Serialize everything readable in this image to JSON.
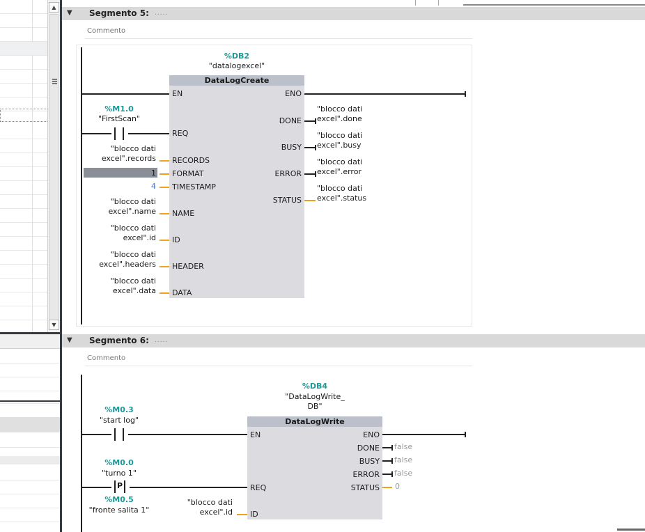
{
  "segments": [
    {
      "title": "Segmento 5:",
      "dots": ".....",
      "comment": "Commento",
      "block": {
        "db": "%DB2",
        "instance": "\"datalogexcel\"",
        "name": "DataLogCreate",
        "en": "EN",
        "eno": "ENO",
        "inputs": [
          {
            "pin": "REQ",
            "tag": "%M1.0",
            "var": "\"FirstScan\""
          },
          {
            "pin": "RECORDS",
            "var": "\"blocco dati\nexcel\".records"
          },
          {
            "pin": "FORMAT",
            "value": "1"
          },
          {
            "pin": "TIMESTAMP",
            "value": "4"
          },
          {
            "pin": "NAME",
            "var": "\"blocco dati\nexcel\".name"
          },
          {
            "pin": "ID",
            "var": "\"blocco dati\nexcel\".id"
          },
          {
            "pin": "HEADER",
            "var": "\"blocco dati\nexcel\".headers"
          },
          {
            "pin": "DATA",
            "var": "\"blocco dati\nexcel\".data"
          }
        ],
        "outputs": [
          {
            "pin": "DONE",
            "var": "\"blocco dati\nexcel\".done"
          },
          {
            "pin": "BUSY",
            "var": "\"blocco dati\nexcel\".busy"
          },
          {
            "pin": "ERROR",
            "var": "\"blocco dati\nexcel\".error"
          },
          {
            "pin": "STATUS",
            "var": "\"blocco dati\nexcel\".status"
          }
        ]
      }
    },
    {
      "title": "Segmento 6:",
      "dots": ".....",
      "comment": "Commento",
      "block": {
        "db": "%DB4",
        "instance": "\"DataLogWrite_\nDB\"",
        "name": "DataLogWrite",
        "en": "EN",
        "eno": "ENO",
        "contact1": {
          "tag": "%M0.3",
          "var": "\"start log\""
        },
        "contact2": {
          "tag": "%M0.0",
          "var": "\"turno 1\"",
          "ptag": "%M0.5",
          "pvar": "\"fronte salita 1\"",
          "p": "P"
        },
        "inputs": [
          {
            "pin": "REQ"
          },
          {
            "pin": "ID",
            "var": "\"blocco dati\nexcel\".id"
          }
        ],
        "outputs": [
          {
            "pin": "DONE",
            "value": "false"
          },
          {
            "pin": "BUSY",
            "value": "false"
          },
          {
            "pin": "ERROR",
            "value": "false"
          },
          {
            "pin": "STATUS",
            "value": "0"
          }
        ]
      }
    }
  ],
  "scroll": {
    "up": "▲",
    "down": "▼",
    "grip": "≡"
  }
}
